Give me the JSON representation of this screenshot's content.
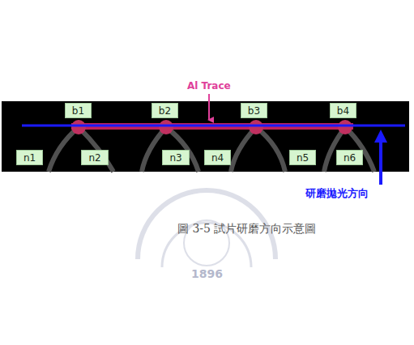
{
  "diagram": {
    "caption": "圖 3-5 試片研磨方向示意圖",
    "nodes": [
      {
        "text": [
          "b1"
        ]
      },
      {
        "text": [
          "b2"
        ]
      },
      {
        "text": [
          "b3"
        ]
      },
      {
        "text": [
          "b4"
        ]
      },
      {
        "text": [
          "n1"
        ]
      },
      {
        "text": [
          "n2"
        ]
      },
      {
        "text": [
          "n3"
        ]
      },
      {
        "text": [
          "n4"
        ]
      },
      {
        "text": [
          "n5"
        ]
      },
      {
        "text": [
          "n6"
        ]
      }
    ],
    "labels": [
      "Al Trace",
      "研磨拋光方向",
      "1896"
    ]
  }
}
